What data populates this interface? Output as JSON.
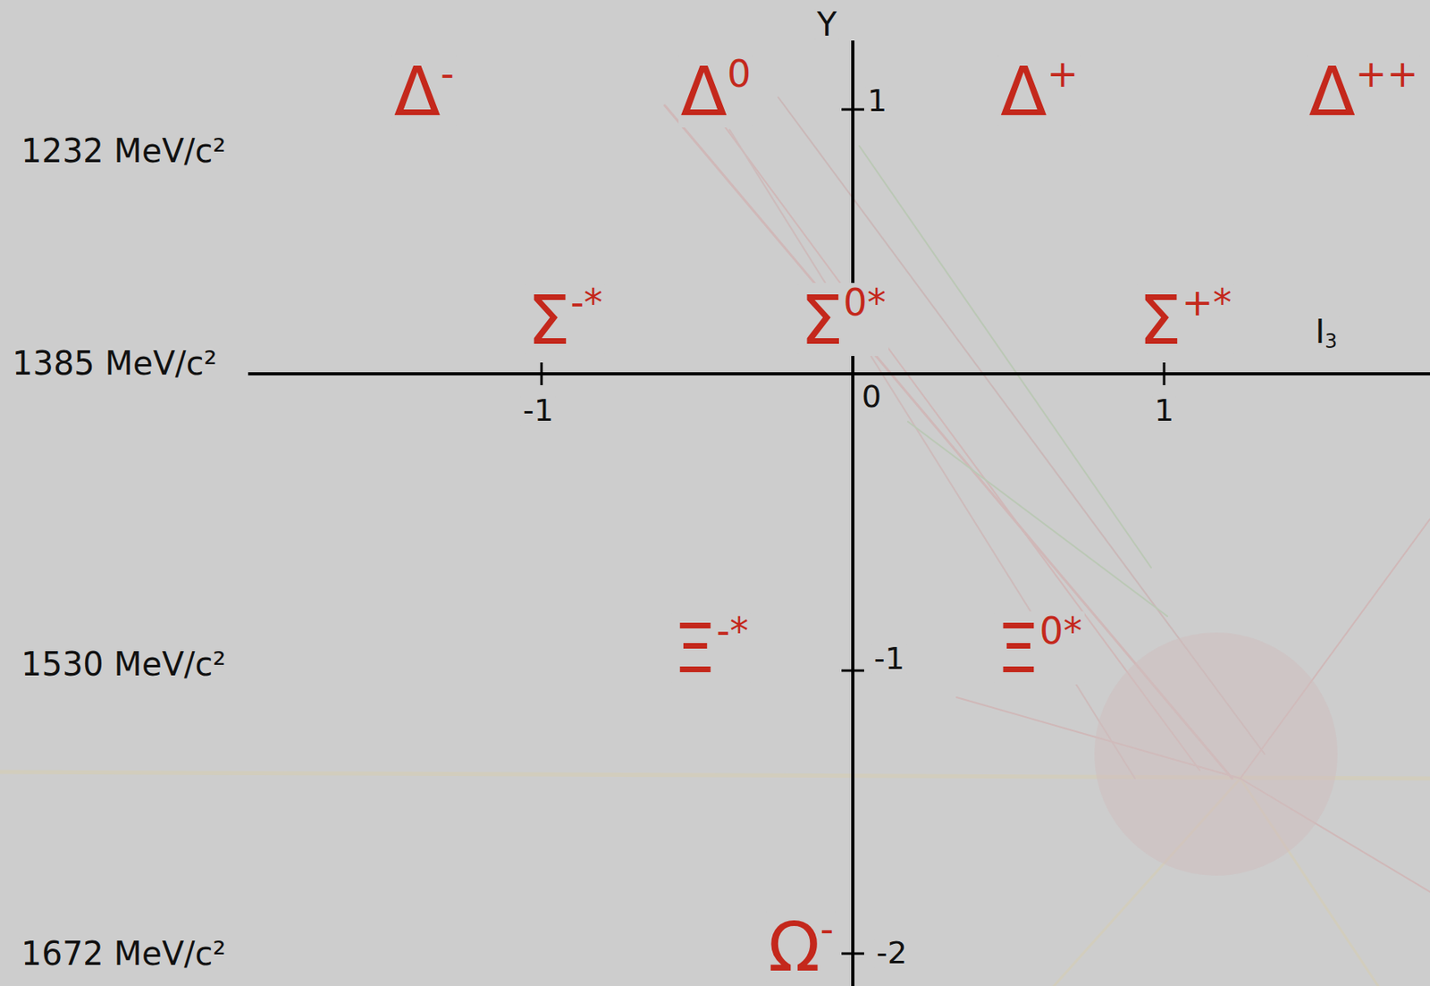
{
  "diagram": {
    "labels": [
      "Y",
      "Δ-",
      "Δ0",
      "Δ+",
      "Δ++",
      "1",
      "1232 MeV/c²",
      "Σ-*",
      "Σ0*",
      "Σ+*",
      "I3",
      "1385 MeV/c²",
      "-1",
      "0",
      "1",
      "Ξ-*",
      "Ξ0*",
      "-1",
      "1530 MeV/c²",
      "Ω-",
      "-2",
      "1672 MeV/c²"
    ]
  }
}
